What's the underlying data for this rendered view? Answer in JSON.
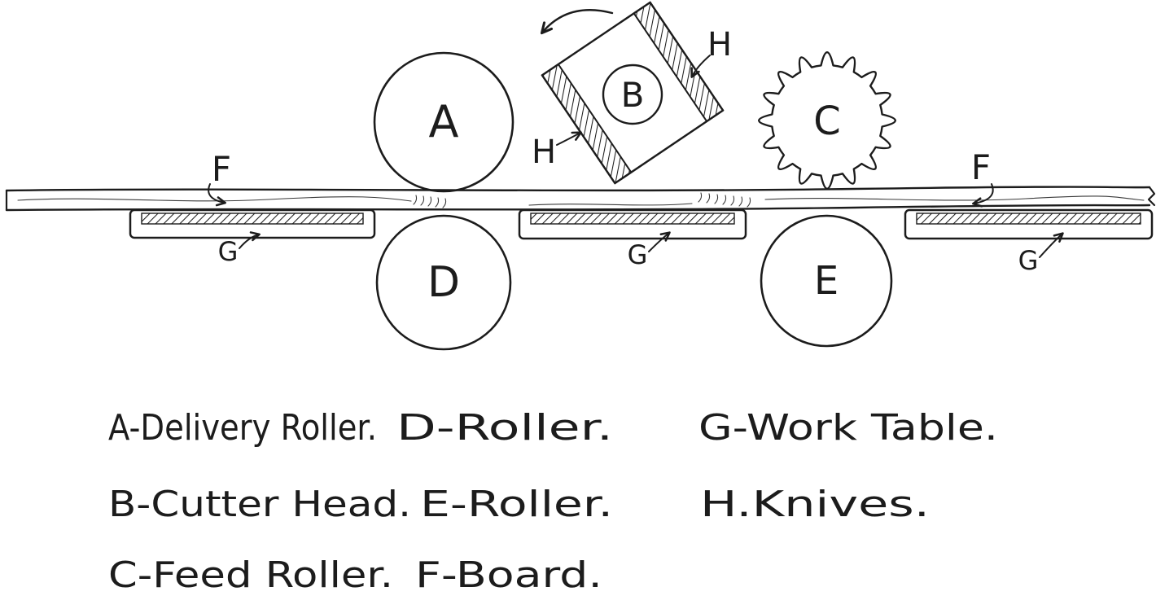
{
  "figure": {
    "colors": {
      "ink": "#1c1c1c",
      "background": "#ffffff"
    },
    "part_labels": {
      "delivery_roller": "A",
      "cutter_head": "B",
      "feed_roller": "C",
      "lower_roller_left": "D",
      "lower_roller_right": "E",
      "board": "F",
      "work_table": "G",
      "knives": "H"
    },
    "legend": {
      "rows": [
        {
          "c1": "A-Delivery Roller.",
          "c2": "D-Roller.",
          "c3": "G-Work Table."
        },
        {
          "c1": "B-Cutter Head.",
          "c2": "E-Roller.",
          "c3": "H.Knives."
        },
        {
          "c1": "C-Feed Roller.",
          "c2": "F-Board.",
          "c3": ""
        }
      ]
    }
  }
}
